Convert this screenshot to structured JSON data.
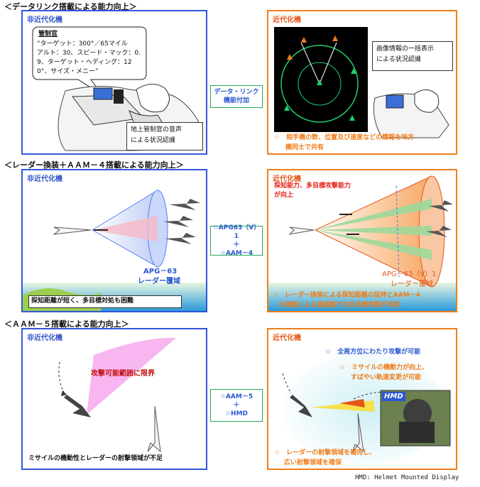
{
  "sections": {
    "s1_title": "＜データリンク搭載による能力向上＞",
    "s2_title": "＜レーダー換装＋ＡＡＭ－４搭載による能力向上＞",
    "s3_title": "＜ＡＡＭ－５搭載による能力向上＞"
  },
  "labels": {
    "non_modern": "非近代化機",
    "modern": "近代化機"
  },
  "row1": {
    "bubble_title": "管制官",
    "bubble_lines": [
      "“ターゲット：300°／65マイル",
      "アルト：30、スピード・マック：0.",
      "9、ターゲット・ヘディング：12",
      "0°、サイズ・メニー”"
    ],
    "left_caption_lines": [
      "地上管制官の音声",
      "による状況認識"
    ],
    "middle_lines": [
      "データ・リンク",
      "機能付加"
    ],
    "right_caption_lines": [
      "画像情報の一括表示",
      "による状況認識"
    ],
    "right_note_lines": [
      "☆　相手機の数、位置及び速度などの情報を味方",
      "機同士で共有"
    ]
  },
  "row2": {
    "left_radar_lines": [
      "APG－63",
      "レーダー覆域"
    ],
    "left_note": "探知距離が短く、多目標対処も困難",
    "middle_lines": [
      "☆APG63（V）1",
      "＋",
      "☆AAM－4"
    ],
    "right_top_lines": [
      "探知能力、多目標攻撃能力",
      "が向上"
    ],
    "right_radar_lines": [
      "APG－63（V）1",
      "レーダー覆域"
    ],
    "right_note_lines": [
      "☆　レーダー換装による探知距離の延伸とAAM－4",
      "の搭載による遠距離での多目標攻撃が可能"
    ]
  },
  "row3": {
    "left_zone_label": "攻撃可能範囲に限界",
    "left_note": "ミサイルの機動性とレーダーの射撃領域が不足",
    "middle_lines": [
      "☆AAM－5",
      "＋",
      "☆HMD"
    ],
    "right_note1": "☆　全周方位にわたり攻撃が可能",
    "right_note2_lines": [
      "☆　ミサイルの機動力が向上、",
      "すばやい軌道変更が可能"
    ],
    "hmd_label": "HMD",
    "right_note3_lines": [
      "☆　レーダーの射撃領域を補完し、",
      "広い射撃領域を確保"
    ],
    "footnote": "HMD: Helmet Mounted Display"
  },
  "colors": {
    "blue_border": "#3355dd",
    "orange_border": "#f07d1a",
    "middle_border": "#22aa55",
    "radar_blue": "#5a7ff0",
    "radar_orange": "#f7a25a",
    "zone_pink": "#f8b6f0"
  }
}
